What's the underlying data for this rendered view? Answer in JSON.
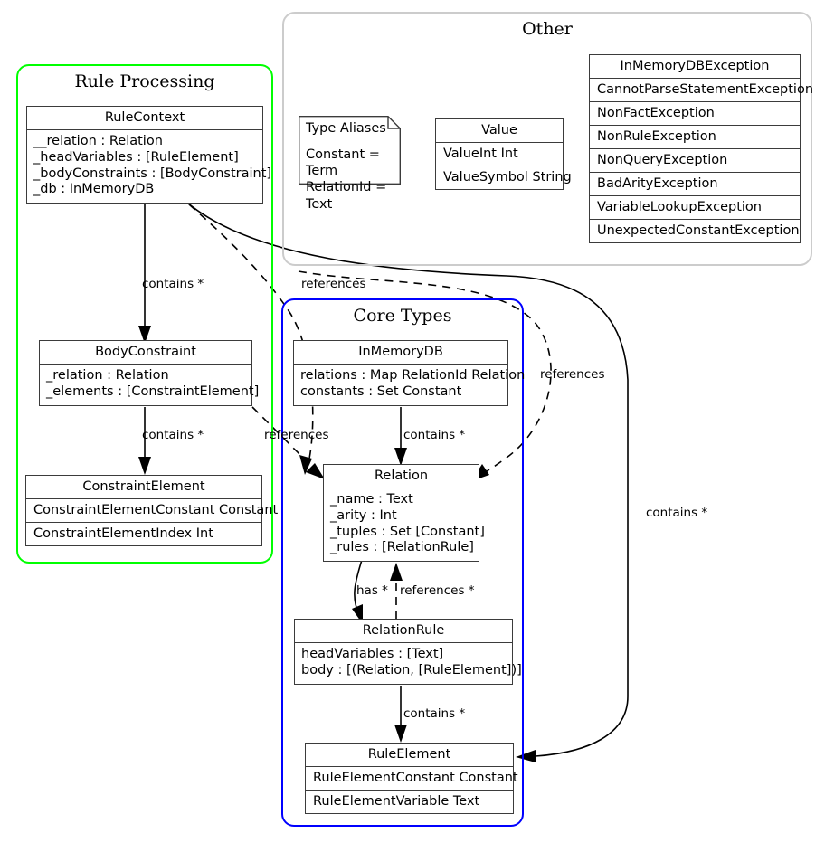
{
  "diagram": {
    "title": "Class diagram",
    "packages": [
      {
        "id": "rule-processing",
        "label": "Rule Processing",
        "color": "#00ff00"
      },
      {
        "id": "other",
        "label": "Other",
        "color": "#cccccc"
      },
      {
        "id": "core-types",
        "label": "Core Types",
        "color": "#0000ff"
      }
    ]
  },
  "classes": {
    "rule_context": {
      "name": "RuleContext",
      "attributes": [
        "__relation : Relation",
        "_headVariables : [RuleElement]",
        "_bodyConstraints : [BodyConstraint]",
        "_db : InMemoryDB"
      ]
    },
    "body_constraint": {
      "name": "BodyConstraint",
      "attributes": [
        "_relation : Relation",
        "_elements : [ConstraintElement]"
      ]
    },
    "constraint_element": {
      "name": "ConstraintElement",
      "variants": [
        "ConstraintElementConstant Constant",
        "ConstraintElementIndex Int"
      ]
    },
    "in_memory_db": {
      "name": "InMemoryDB",
      "attributes": [
        "relations : Map RelationId Relation",
        "constants : Set Constant"
      ]
    },
    "relation": {
      "name": "Relation",
      "attributes": [
        "_name : Text",
        "_arity : Int",
        "_tuples : Set [Constant]",
        "_rules : [RelationRule]"
      ]
    },
    "relation_rule": {
      "name": "RelationRule",
      "attributes": [
        "headVariables : [Text]",
        "body : [(Relation, [RuleElement])]"
      ]
    },
    "rule_element": {
      "name": "RuleElement",
      "variants": [
        "RuleElementConstant Constant",
        "RuleElementVariable Text"
      ]
    },
    "value": {
      "name": "Value",
      "variants": [
        "ValueInt Int",
        "ValueSymbol String"
      ]
    },
    "in_memory_db_exception": {
      "name": "InMemoryDBException",
      "variants": [
        "CannotParseStatementException",
        "NonFactException",
        "NonRuleException",
        "NonQueryException",
        "BadArityException",
        "VariableLookupException",
        "UnexpectedConstantException"
      ]
    }
  },
  "note": {
    "title": "Type Aliases",
    "lines": [
      "Constant = Term",
      "RelationId = Text"
    ]
  },
  "edges": [
    {
      "id": "rulecontext-bodyconstraint",
      "label": "contains *",
      "style": "solid"
    },
    {
      "id": "rulecontext-relation",
      "label": "references",
      "style": "dashed"
    },
    {
      "id": "rulecontext-ruleelement",
      "label": "contains *",
      "style": "solid"
    },
    {
      "id": "bodyconstraint-constraintelement",
      "label": "contains *",
      "style": "solid"
    },
    {
      "id": "bodyconstraint-relation",
      "label": "references",
      "style": "dashed"
    },
    {
      "id": "inmemorydb-relation",
      "label": "contains *",
      "style": "solid"
    },
    {
      "id": "relation-relationrule-has",
      "label": "has *",
      "style": "solid"
    },
    {
      "id": "relationrule-relation-references",
      "label": "references *",
      "style": "dashed"
    },
    {
      "id": "relationrule-ruleelement",
      "label": "contains *",
      "style": "solid"
    },
    {
      "id": "relationrule-relation-loop",
      "label": "references",
      "style": "dashed"
    }
  ]
}
